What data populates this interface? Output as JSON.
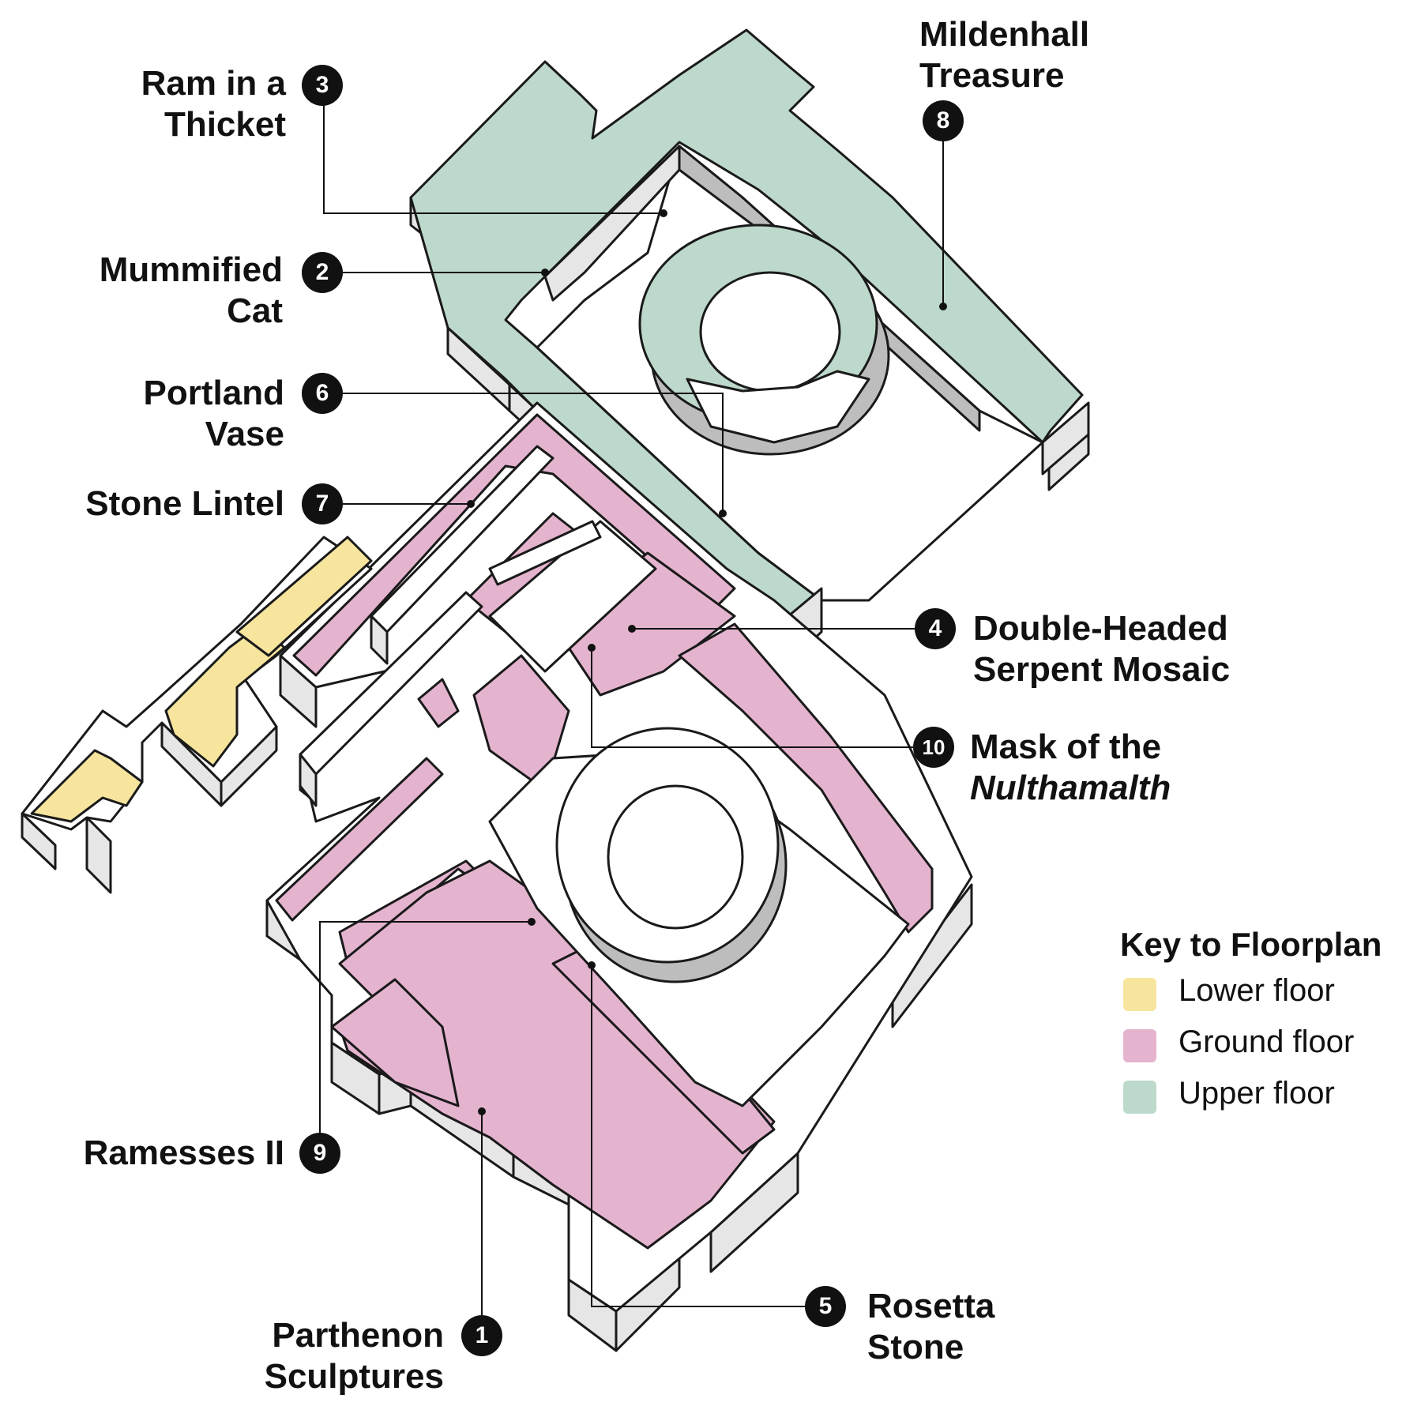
{
  "legend": {
    "title": "Key to Floorplan",
    "items": [
      {
        "label": "Lower floor",
        "color": "#f7e59e"
      },
      {
        "label": "Ground floor",
        "color": "#e4b4cf"
      },
      {
        "label": "Upper floor",
        "color": "#bdd9cb"
      }
    ]
  },
  "colors": {
    "lower": "#f7e59e",
    "ground": "#e4b4cf",
    "upper": "#bdd9cb",
    "wall_top": "#ffffff",
    "wall_side": "#e6e6e6",
    "wall_dark": "#bdbdbd",
    "outline": "#1a1a1a"
  },
  "exhibits": [
    {
      "number": "1",
      "line1": "Parthenon",
      "line2": "Sculptures",
      "floor": "ground"
    },
    {
      "number": "2",
      "line1": "Mummified",
      "line2": "Cat",
      "floor": "upper"
    },
    {
      "number": "3",
      "line1": "Ram in a",
      "line2": "Thicket",
      "floor": "upper"
    },
    {
      "number": "4",
      "line1": "Double-Headed",
      "line2": "Serpent Mosaic",
      "floor": "ground"
    },
    {
      "number": "5",
      "line1": "Rosetta",
      "line2": "Stone",
      "floor": "ground"
    },
    {
      "number": "6",
      "line1": "Portland",
      "line2": "Vase",
      "floor": "upper"
    },
    {
      "number": "7",
      "line1": "Stone Lintel",
      "line2": "",
      "floor": "ground"
    },
    {
      "number": "8",
      "line1": "Mildenhall",
      "line2": "Treasure",
      "floor": "upper"
    },
    {
      "number": "9",
      "line1": "Ramesses II",
      "line2": "",
      "floor": "ground"
    },
    {
      "number": "10",
      "line1": "Mask of the",
      "line2": "Nulthamalth",
      "floor": "ground"
    }
  ]
}
